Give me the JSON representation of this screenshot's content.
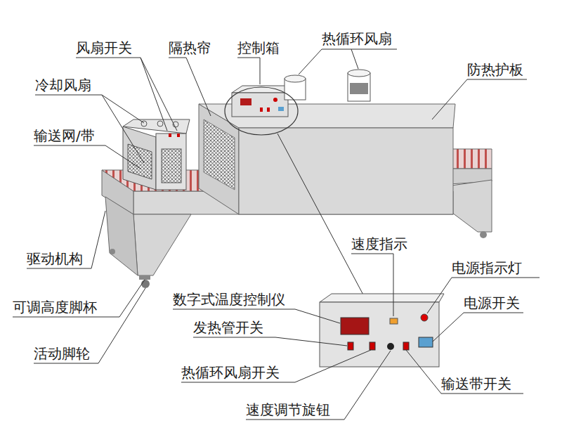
{
  "diagram": {
    "labels": [
      "风扇开关",
      "隔热帘",
      "控制箱",
      "热循环风扇",
      "冷却风扇",
      "防热护板",
      "输送网/带",
      "驱动机构",
      "速度指示",
      "电源指示灯",
      "可调高度脚杯",
      "数字式温度控制仪",
      "电源开关",
      "发热管开关",
      "活动脚轮",
      "热循环风扇开关",
      "输送带开关",
      "速度调节旋钮"
    ]
  }
}
